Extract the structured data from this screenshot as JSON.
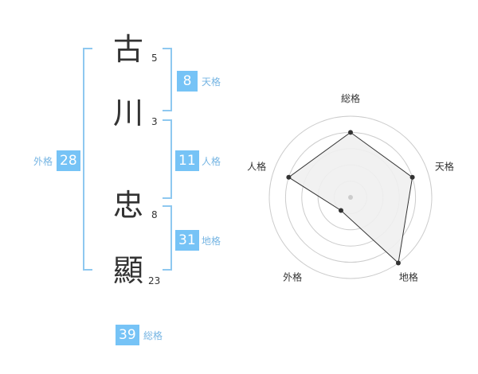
{
  "name": {
    "chars": [
      {
        "char": "古",
        "strokes": "5"
      },
      {
        "char": "川",
        "strokes": "3"
      },
      {
        "char": "忠",
        "strokes": "8"
      },
      {
        "char": "顯",
        "strokes": "23"
      }
    ]
  },
  "kaku": {
    "gaikaku": {
      "label": "外格",
      "value": "28"
    },
    "tenkaku": {
      "label": "天格",
      "value": "8"
    },
    "jinkaku": {
      "label": "人格",
      "value": "11"
    },
    "chikaku": {
      "label": "地格",
      "value": "31"
    },
    "soukaku": {
      "label": "総格",
      "value": "39"
    }
  },
  "chart_data": {
    "type": "radar",
    "axes": [
      "総格",
      "天格",
      "地格",
      "外格",
      "人格"
    ],
    "values": [
      4,
      4,
      5,
      1,
      4
    ],
    "range": [
      0,
      5
    ],
    "rings": 5,
    "colors": {
      "fill": "#f0f0f0",
      "line": "#333333",
      "ring": "#cccccc"
    }
  }
}
